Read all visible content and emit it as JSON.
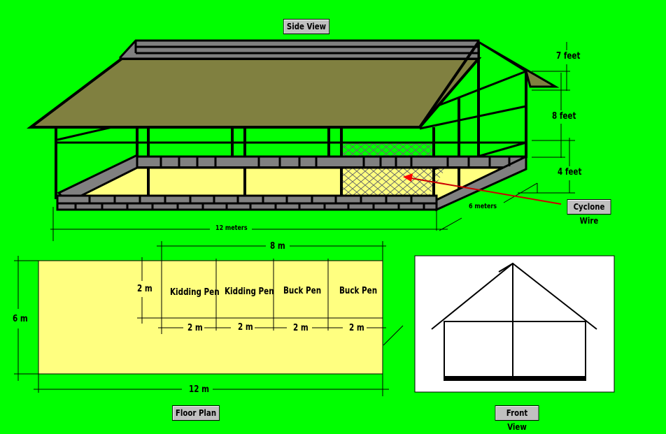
{
  "labels": {
    "side_view": "Side View",
    "floor_plan": "Floor Plan",
    "front_view": "Front View",
    "cyclone_wire": "Cyclone Wire"
  },
  "side_view": {
    "dimensions": {
      "roof_height": "7 feet",
      "wall_height": "8 feet",
      "base_wall_height": "4 feet",
      "length": "12 meters",
      "width": "6 meters"
    }
  },
  "floor_plan": {
    "total_length": "12 m",
    "total_width": "6 m",
    "pen_section_length": "8 m",
    "pen_depth": "2 m",
    "pens": [
      {
        "name": "Kidding Pen",
        "width": "2 m"
      },
      {
        "name": "Kidding Pen",
        "width": "2 m"
      },
      {
        "name": "Buck Pen",
        "width": "2 m"
      },
      {
        "name": "Buck Pen",
        "width": "2 m"
      }
    ]
  },
  "colors": {
    "background": "#00ff00",
    "roof": "#808040",
    "floor": "#ffff80",
    "wall_block": "#808080",
    "arrow": "#ff0000"
  }
}
